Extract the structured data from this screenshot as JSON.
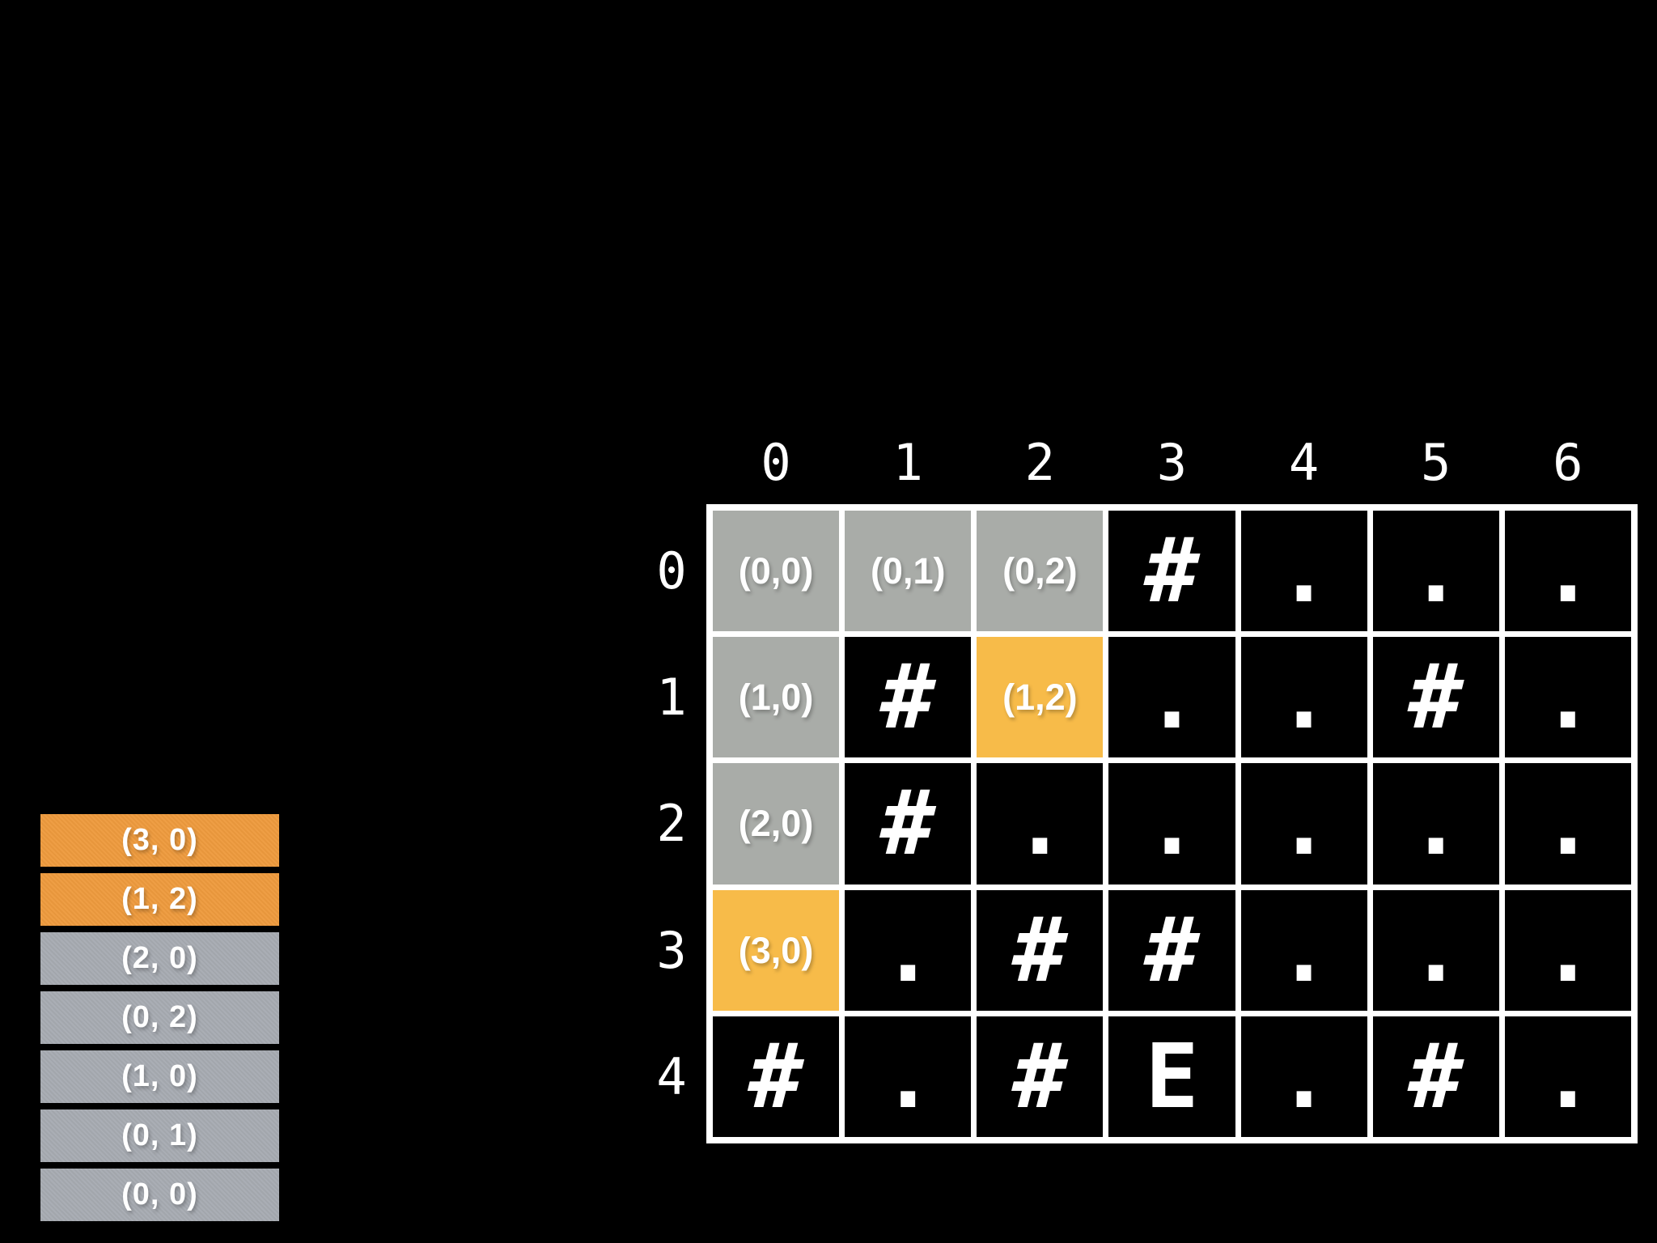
{
  "colors": {
    "background": "#000000",
    "grid_border": "#ffffff",
    "visited_gray": "#a9aca8",
    "frontier_orange": "#f7bb49",
    "stack_orange": "#ee9b3e",
    "stack_gray": "#a7abb2",
    "cell_black": "#000000",
    "text_white": "#ffffff"
  },
  "grid": {
    "col_headers": [
      "0",
      "1",
      "2",
      "3",
      "4",
      "5",
      "6"
    ],
    "row_headers": [
      "0",
      "1",
      "2",
      "3",
      "4"
    ],
    "cells": [
      [
        {
          "text": "(0,0)",
          "state": "visited"
        },
        {
          "text": "(0,1)",
          "state": "visited"
        },
        {
          "text": "(0,2)",
          "state": "visited"
        },
        {
          "text": "#",
          "state": "wall"
        },
        {
          "text": ".",
          "state": "floor"
        },
        {
          "text": ".",
          "state": "floor"
        },
        {
          "text": ".",
          "state": "floor"
        }
      ],
      [
        {
          "text": "(1,0)",
          "state": "visited"
        },
        {
          "text": "#",
          "state": "wall"
        },
        {
          "text": "(1,2)",
          "state": "frontier"
        },
        {
          "text": ".",
          "state": "floor"
        },
        {
          "text": ".",
          "state": "floor"
        },
        {
          "text": "#",
          "state": "wall"
        },
        {
          "text": ".",
          "state": "floor"
        }
      ],
      [
        {
          "text": "(2,0)",
          "state": "visited"
        },
        {
          "text": "#",
          "state": "wall"
        },
        {
          "text": ".",
          "state": "floor"
        },
        {
          "text": ".",
          "state": "floor"
        },
        {
          "text": ".",
          "state": "floor"
        },
        {
          "text": ".",
          "state": "floor"
        },
        {
          "text": ".",
          "state": "floor"
        }
      ],
      [
        {
          "text": "(3,0)",
          "state": "frontier"
        },
        {
          "text": ".",
          "state": "floor"
        },
        {
          "text": "#",
          "state": "wall"
        },
        {
          "text": "#",
          "state": "wall"
        },
        {
          "text": ".",
          "state": "floor"
        },
        {
          "text": ".",
          "state": "floor"
        },
        {
          "text": ".",
          "state": "floor"
        }
      ],
      [
        {
          "text": "#",
          "state": "wall"
        },
        {
          "text": ".",
          "state": "floor"
        },
        {
          "text": "#",
          "state": "wall"
        },
        {
          "text": "E",
          "state": "exit"
        },
        {
          "text": ".",
          "state": "floor"
        },
        {
          "text": "#",
          "state": "wall"
        },
        {
          "text": ".",
          "state": "floor"
        }
      ]
    ]
  },
  "stack": {
    "items": [
      {
        "label": "(3, 0)",
        "state": "top"
      },
      {
        "label": "(1, 2)",
        "state": "top"
      },
      {
        "label": "(2, 0)",
        "state": "default"
      },
      {
        "label": "(0, 2)",
        "state": "default"
      },
      {
        "label": "(1, 0)",
        "state": "default"
      },
      {
        "label": "(0, 1)",
        "state": "default"
      },
      {
        "label": "(0, 0)",
        "state": "default"
      }
    ]
  }
}
